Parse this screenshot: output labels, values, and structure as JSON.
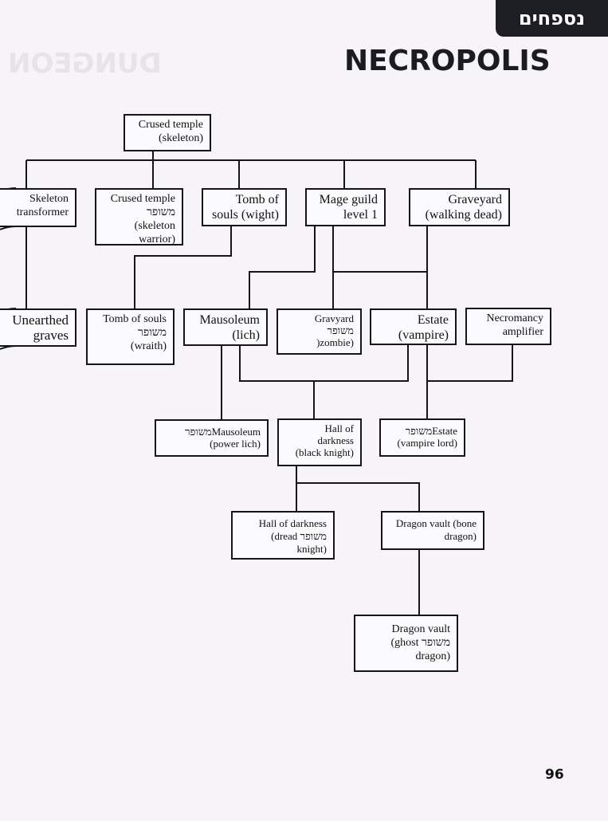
{
  "header": {
    "section_tab": "נספחים",
    "title": "NECROPOLIS",
    "page_number": "96"
  },
  "nodes": {
    "crused_temple": [
      "Crused temple",
      "(skeleton)"
    ],
    "skeleton_transformer": [
      "Skeleton",
      "transformer"
    ],
    "crused_temple_upg": [
      "Crused temple",
      "משופר",
      "(skeleton",
      "warrior)"
    ],
    "tomb_wight": [
      "Tomb of",
      "souls (wight)"
    ],
    "mage_guild": [
      "Mage guild",
      "level 1"
    ],
    "graveyard": [
      "Graveyard",
      "(walking dead)"
    ],
    "unearthed_graves": [
      "Unearthed",
      "graves"
    ],
    "tomb_wraith": [
      "Tomb of souls",
      "משופר",
      "(wraith)"
    ],
    "mausoleum": [
      "Mausoleum",
      "(lich)"
    ],
    "gravyard_upg": [
      "Gravyard",
      "משופר",
      ")zombie)"
    ],
    "estate": [
      "Estate",
      "(vampire)"
    ],
    "necromancy_amplifier": [
      "Necromancy",
      "amplifier"
    ],
    "mausoleum_upg": [
      "משופרMausoleum",
      "(power lich)"
    ],
    "hall_black_knight": [
      "Hall of",
      "darkness",
      "(black knight)"
    ],
    "estate_upg": [
      "משופרEstate",
      "(vampire lord)"
    ],
    "hall_dread_knight": [
      "Hall of darkness",
      "(dread משופר",
      "knight)"
    ],
    "dragon_vault_bone": [
      "Dragon vault (bone",
      "dragon)"
    ],
    "dragon_vault_ghost": [
      "Dragon vault",
      "(ghost משופר",
      "dragon)"
    ]
  }
}
